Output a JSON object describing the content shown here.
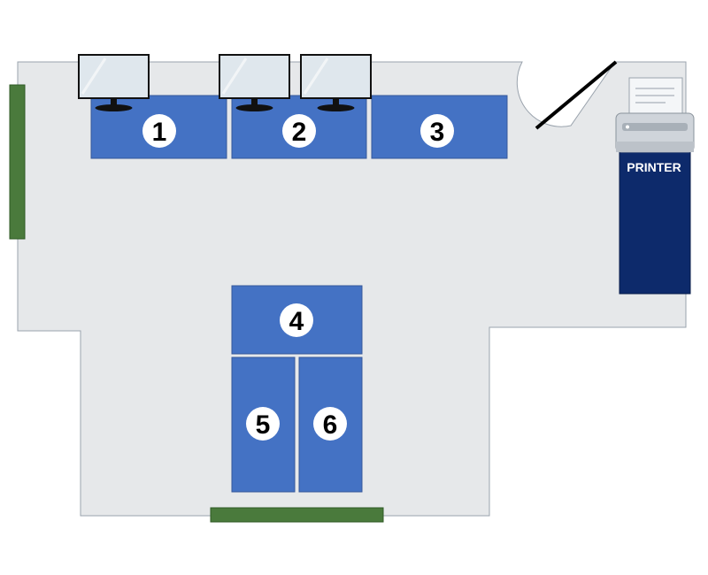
{
  "floor_plan": {
    "desks": [
      {
        "number": "1"
      },
      {
        "number": "2"
      },
      {
        "number": "3"
      },
      {
        "number": "4"
      },
      {
        "number": "5"
      },
      {
        "number": "6"
      }
    ],
    "printer": {
      "label": "PRINTER"
    },
    "colors": {
      "floor": "#e6e8ea",
      "desk": "#4472c4",
      "window": "#4a7a3c",
      "printer_cabinet": "#0d2a6b",
      "monitor_screen": "#dfe7ed"
    },
    "icons": [
      "monitor-icon",
      "printer-icon"
    ]
  }
}
